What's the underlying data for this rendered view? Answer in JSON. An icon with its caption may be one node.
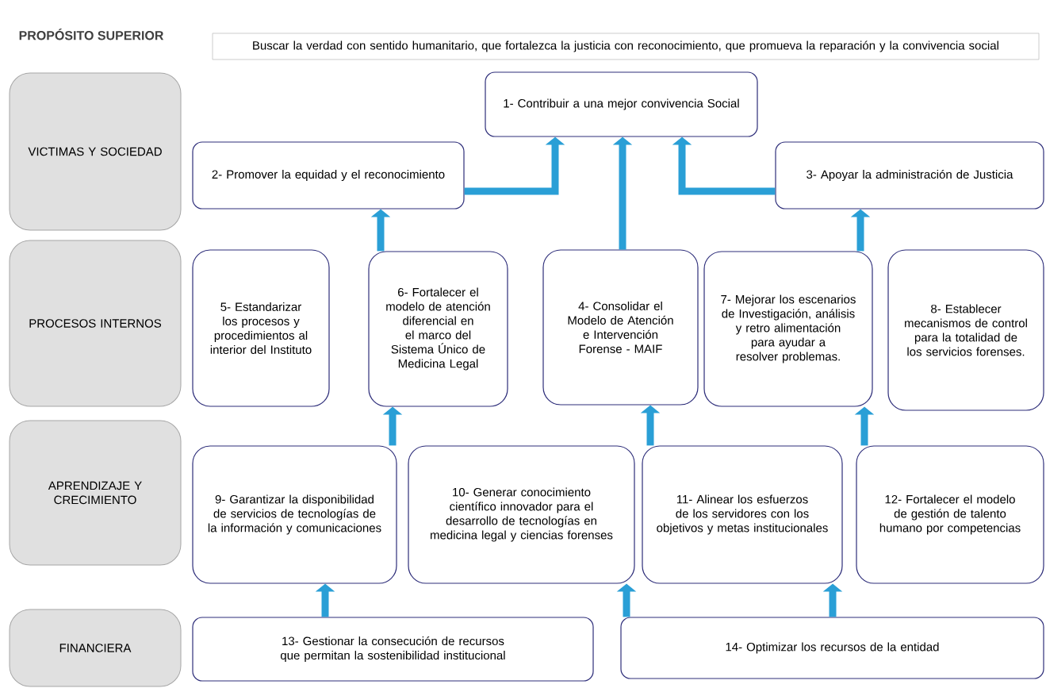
{
  "diagram": {
    "nodes": [
      {
        "text": [
          "Buscar la verdad con sentido humanitario, que fortalezca la justicia con reconocimiento, que promueva la reparación y la convivencia social"
        ]
      },
      {
        "text": [
          "VICTIMAS Y SOCIEDAD"
        ]
      },
      {
        "text": [
          "1- Contribuir a una mejor convivencia Social"
        ]
      },
      {
        "text": [
          "2-  Promover la equidad y el reconocimiento"
        ]
      },
      {
        "text": [
          "3- Apoyar la administración de Justicia"
        ]
      },
      {
        "text": [
          "PROCESOS INTERNOS"
        ]
      },
      {
        "text": [
          "5- Estandarizar los procesos y procedimientos al interior del Instituto"
        ]
      },
      {
        "text": [
          "6- Fortalecer el modelo de atención diferencial en el marco del Sistema Único de Medicina Legal"
        ]
      },
      {
        "text": [
          "4- Consolidar el Modelo de Atención e Intervención Forense -  MAIF"
        ]
      },
      {
        "text": [
          "7- Mejorar los escenarios de Investigación, análisis y retro alimentación para ayudar a resolver problemas."
        ]
      },
      {
        "text": [
          "8- Establecer mecanismos de control para la totalidad de los servicios forenses."
        ]
      },
      {
        "text": [
          "APRENDIZAJE Y CRECIMIENTO"
        ]
      },
      {
        "text": [
          "9- Garantizar la disponibilidad de servicios de tecnologías de la información y comunicaciones"
        ]
      },
      {
        "text": [
          "10- Generar conocimiento científico innovador para el desarrollo de tecnologías en medicina legal y ciencias forenses"
        ]
      },
      {
        "text": [
          "11- Alinear los esfuerzos de los servidores con los objetivos y metas institucionales"
        ]
      },
      {
        "text": [
          "12- Fortalecer  el modelo  de gestión de talento humano por competencias"
        ]
      },
      {
        "text": [
          "FINANCIERA"
        ]
      },
      {
        "text": [
          "13- Gestionar la consecución de recursos  que permitan la sostenibilidad institucional"
        ]
      },
      {
        "text": [
          "14- Optimizar los recursos de la entidad"
        ]
      }
    ],
    "edges": [
      {
        "from": 3,
        "to": 2,
        "arrow": "to"
      },
      {
        "from": 4,
        "to": 2,
        "arrow": "to"
      },
      {
        "from": 7,
        "to": 3,
        "arrow": "to"
      },
      {
        "from": 8,
        "to": 2,
        "arrow": "to"
      },
      {
        "from": 9,
        "to": 4,
        "arrow": "to"
      },
      {
        "from": 12,
        "to": 7,
        "arrow": "to"
      },
      {
        "from": 14,
        "to": 8,
        "arrow": "to"
      },
      {
        "from": 15,
        "to": 9,
        "arrow": "to"
      },
      {
        "from": 17,
        "to": 12,
        "arrow": "to"
      },
      {
        "from": 18,
        "to": 13,
        "arrow": "to"
      },
      {
        "from": 18,
        "to": 14,
        "arrow": "to"
      }
    ],
    "labels": [
      "PROPÓSITO SUPERIOR"
    ]
  }
}
